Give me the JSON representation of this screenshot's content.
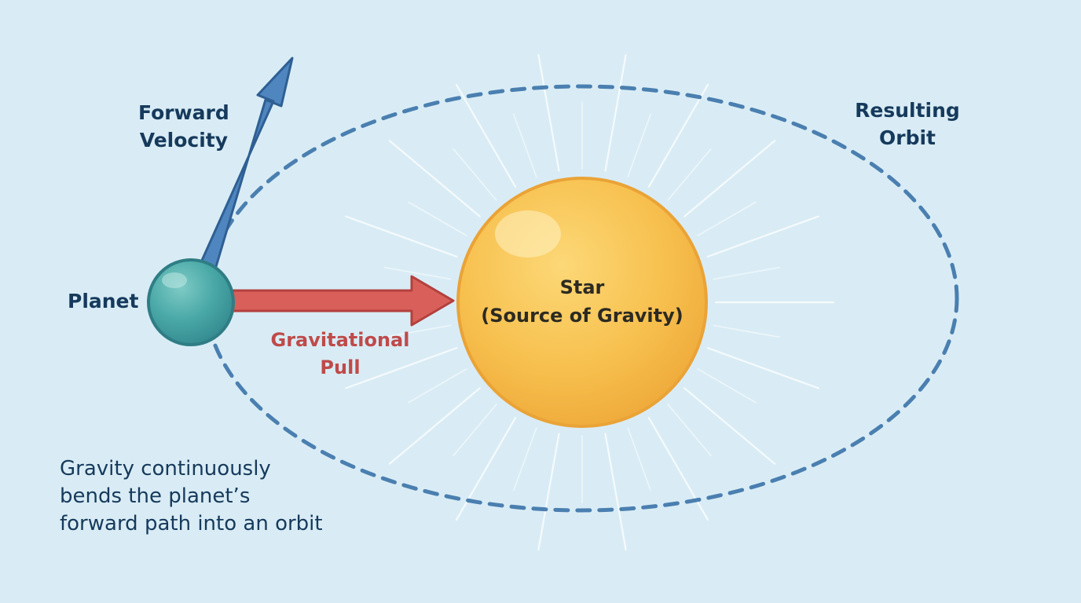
{
  "colors": {
    "background": "#d9ecf5",
    "orbit": "#4a7fb0",
    "velocity_arrow": "#4f86bf",
    "gravity_arrow": "#d9605a",
    "star": "#f7c04e",
    "planet": "#4aa9a7",
    "label_text": "#163a5c",
    "gravity_text": "#bf4a4a"
  },
  "labels": {
    "forward_velocity": [
      "Forward",
      "Velocity"
    ],
    "resulting_orbit": [
      "Resulting",
      "Orbit"
    ],
    "planet": "Planet",
    "gravitational_pull": [
      "Gravitational",
      "Pull"
    ],
    "star": [
      "Star",
      "(Source of Gravity)"
    ]
  },
  "caption": [
    "Gravity continuously",
    "bends the planet’s",
    "forward path into an orbit"
  ],
  "icons": {
    "star": "star-icon",
    "planet": "planet-icon"
  }
}
